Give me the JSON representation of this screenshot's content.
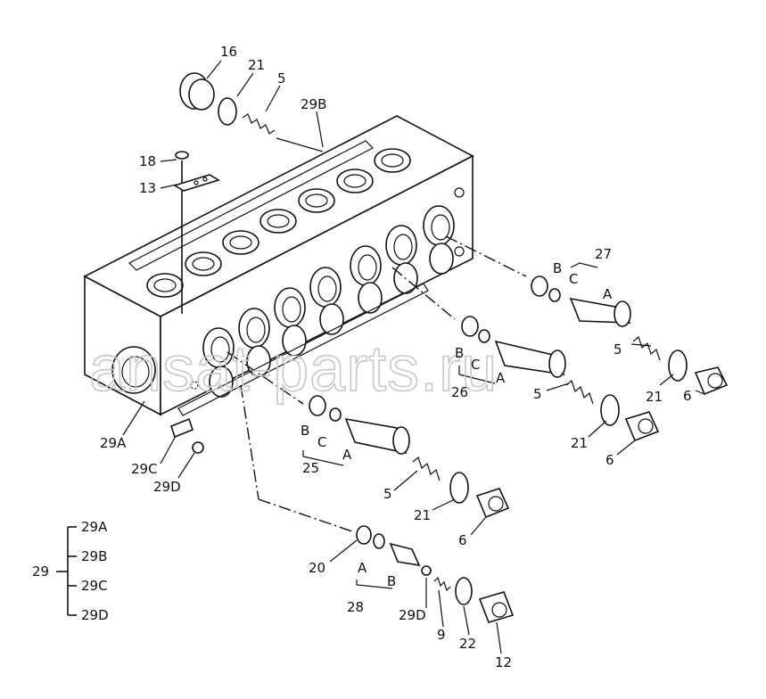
{
  "watermark": "ansat-parts.ru",
  "callouts": {
    "c16": "16",
    "c21_top": "21",
    "c5_top": "5",
    "c29B": "29B",
    "c18": "18",
    "c13": "13",
    "c27": "27",
    "c27B": "B",
    "c27C": "C",
    "c27A": "A",
    "c5_r1": "5",
    "c21_r1": "21",
    "c6_r1": "6",
    "c26B": "B",
    "c26C": "C",
    "c26": "26",
    "c26A": "A",
    "c5_r2": "5",
    "c21_r2": "21",
    "c6_r2": "6",
    "c29A": "29A",
    "c29C": "29C",
    "c29D": "29D",
    "c25B": "B",
    "c25C": "C",
    "c25": "25",
    "c25A": "A",
    "c5_r3": "5",
    "c21_r3": "21",
    "c6_r3": "6",
    "c20": "20",
    "c28A": "A",
    "c28B": "B",
    "c28": "28",
    "c29D_bottom": "29D",
    "c9": "9",
    "c22": "22",
    "c12": "12"
  },
  "legend": {
    "parent": "29",
    "children": [
      "29A",
      "29B",
      "29C",
      "29D"
    ]
  }
}
